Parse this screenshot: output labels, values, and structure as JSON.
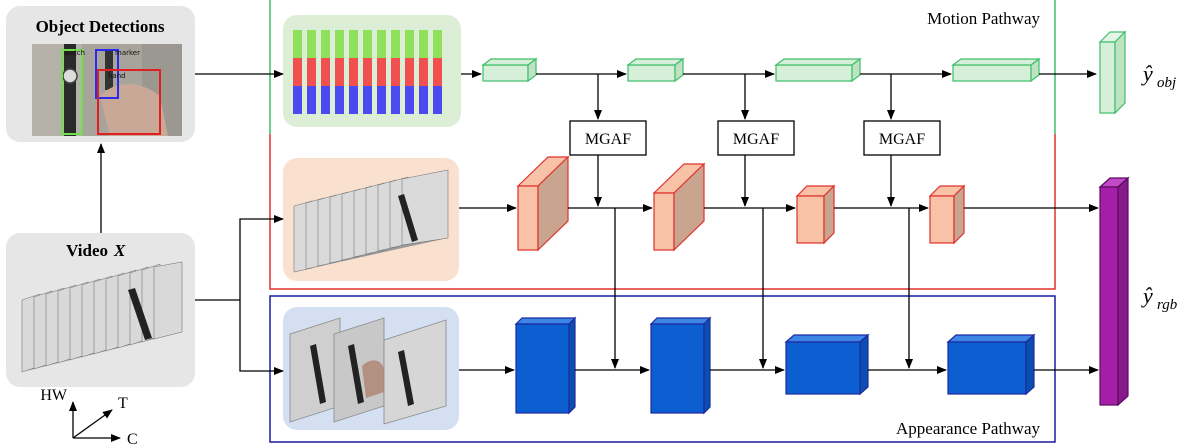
{
  "inputs": {
    "detections_title": "Object Detections",
    "detection_labels": [
      "watch",
      "marker",
      "hand"
    ],
    "video_title": "Video",
    "video_var": "X"
  },
  "pathways": {
    "motion": "Motion Pathway",
    "appearance": "Appearance Pathway"
  },
  "fusion": {
    "labels": [
      "MGAF",
      "MGAF",
      "MGAF"
    ]
  },
  "outputs": {
    "obj_hat": "ŷ",
    "obj_sub": "obj",
    "rgb_hat": "ŷ",
    "rgb_sub": "rgb"
  },
  "axes": {
    "hw": "HW",
    "t": "T",
    "c": "C"
  },
  "colors": {
    "motion_border": "#3fbf6a",
    "rgb_border": "#e0312d",
    "appearance_border": "#1a1aa0",
    "green_block": "#d6efd9",
    "salmon_block": "#f7c2a5",
    "blue_block": "#0b5fd0",
    "purple_output": "#a41ea8"
  }
}
